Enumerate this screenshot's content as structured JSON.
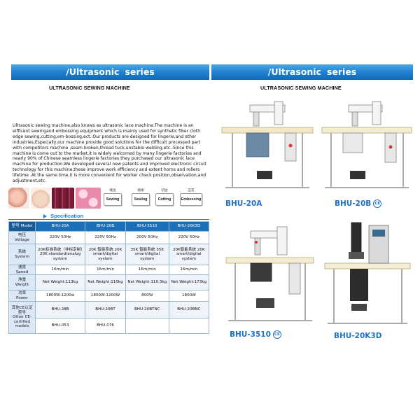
{
  "left": {
    "header": {
      "brand": "/Ultrasonic",
      "series": "series"
    },
    "subtitle": "ULTRASONIC SEWING MACHINE",
    "description": "Ultrasonic  sewing machine,also knows as ultrasonic lace machine.The machine is an eifficent sewingand embossing equipment which is mainly used for synthetic fiber cloth edge sewing,cutting,em-bossing,ect..Our products are designed for lingerie,and other industries,Especially,our machine provide good solutions for the difficult processed part with competitors machine ,seam broken,thread tuck,unstable welding,etc..Since this machine is come out to the market,it is widely welcomed by many lingerie factories and nearly 90% of Chinese seamless lingerie factories they purchased our ultrasonic lace machine for production.We developed several new patents and improved electronic circuit technology for this machine,these improve work efficiency and extent horns and rollers lifetime .At the same time,it is more convenient for worker check position,observation,and adjustment,etc.",
    "functions": [
      {
        "cn": "缝边",
        "en": "Sewing"
      },
      {
        "cn": "熔接",
        "en": "Sealing"
      },
      {
        "cn": "切边",
        "en": "Cutting"
      },
      {
        "cn": "压花",
        "en": "Embossing"
      }
    ],
    "spec_title": "Specification",
    "table": {
      "header": {
        "row": {
          "cn": "型号",
          "en": "Model"
        },
        "models": [
          "BHU-20A",
          "BHU-20B",
          "BHU-3510",
          "BHU-20K3D"
        ]
      },
      "rows": [
        {
          "cn": "电压",
          "en": "Voltage",
          "cells": [
            "220V  50Hz",
            "220V 50Hz",
            "200V 50Hz",
            "220V 50Hz"
          ]
        },
        {
          "cn": "系统",
          "en": "System",
          "cells": [
            "20K标准系统（非标定制）20K standard/analog system",
            "20K 智能系统 20K smart/digital system",
            "35K 智能系统 35K smart/digital system",
            "20K智能系统 20K smart/digital system"
          ]
        },
        {
          "cn": "速度",
          "en": "Speed",
          "cells": [
            "16m/min",
            "16m/min",
            "16m/min",
            "16m/min"
          ]
        },
        {
          "cn": "净重",
          "en": "Weight",
          "cells": [
            "Net Weight:113kg",
            "Net Weight:110kg",
            "Net Weight:110.3kg",
            "Net Weight:173kg"
          ]
        },
        {
          "cn": "功率",
          "en": "Power",
          "cells": [
            "1800W-1200w",
            "1800W-1200W",
            "800W",
            "1800W"
          ]
        },
        {
          "cn": "其他CE认证型号",
          "en": "Other CE-certified models",
          "cells": [
            "BHU-28B",
            "BHU-20BT",
            "BHU-20BTNC",
            "BHU-20BNC"
          ]
        },
        {
          "cn": "",
          "en": "",
          "cells": [
            "BHU-053",
            "BHU-076",
            "",
            ""
          ]
        }
      ]
    }
  },
  "right": {
    "header": {
      "brand": "/Ultrasonic",
      "series": "series"
    },
    "subtitle": "ULTRASONIC SEWING MACHINE",
    "machines": [
      {
        "label": "BHU-20A",
        "ce": false
      },
      {
        "label": "BHU-20B",
        "ce": true,
        "ce_text": "CE"
      },
      {
        "label": "BHU-3510",
        "ce": true,
        "ce_text": "CE"
      },
      {
        "label": "BHU-20K3D",
        "ce": false
      }
    ]
  },
  "colors": {
    "accent": "#1f7fcf",
    "label_blue": "#1f73c6",
    "table_header": "#1c6fb9"
  }
}
